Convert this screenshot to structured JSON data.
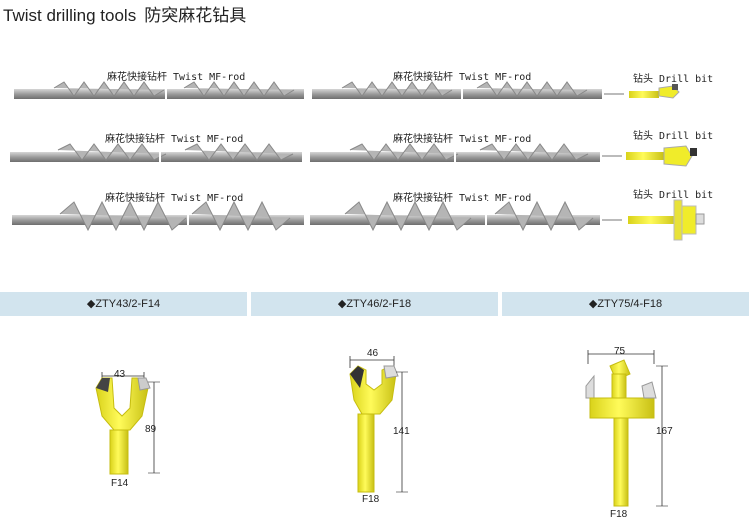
{
  "title_en": "Twist drilling tools",
  "title_cn": "防突麻花钻具",
  "rods": [
    {
      "label": "麻花快接钻杆 Twist MF-rod"
    },
    {
      "label": "麻花快接钻杆 Twist MF-rod"
    },
    {
      "label": "麻花快接钻杆 Twist MF-rod"
    },
    {
      "label": "麻花快接钻杆 Twist MF-rod"
    },
    {
      "label": "麻花快接钻杆 Twist MF-rod"
    },
    {
      "label": "麻花快接钻杆 Twist MF-rod"
    }
  ],
  "bit_label": "钻头 Drill bit",
  "models": [
    {
      "name": "◆ZTY43/2-F14",
      "width": "43",
      "height": "89",
      "shank": "F14"
    },
    {
      "name": "◆ZTY46/2-F18",
      "width": "46",
      "height": "141",
      "shank": "F18"
    },
    {
      "name": "◆ZTY75/4-F18",
      "width": "75",
      "height": "167",
      "shank": "F18"
    }
  ],
  "colors": {
    "rod": "#a9a9a9",
    "bit": "#f0ec2a",
    "band": "#d2e4ee"
  }
}
